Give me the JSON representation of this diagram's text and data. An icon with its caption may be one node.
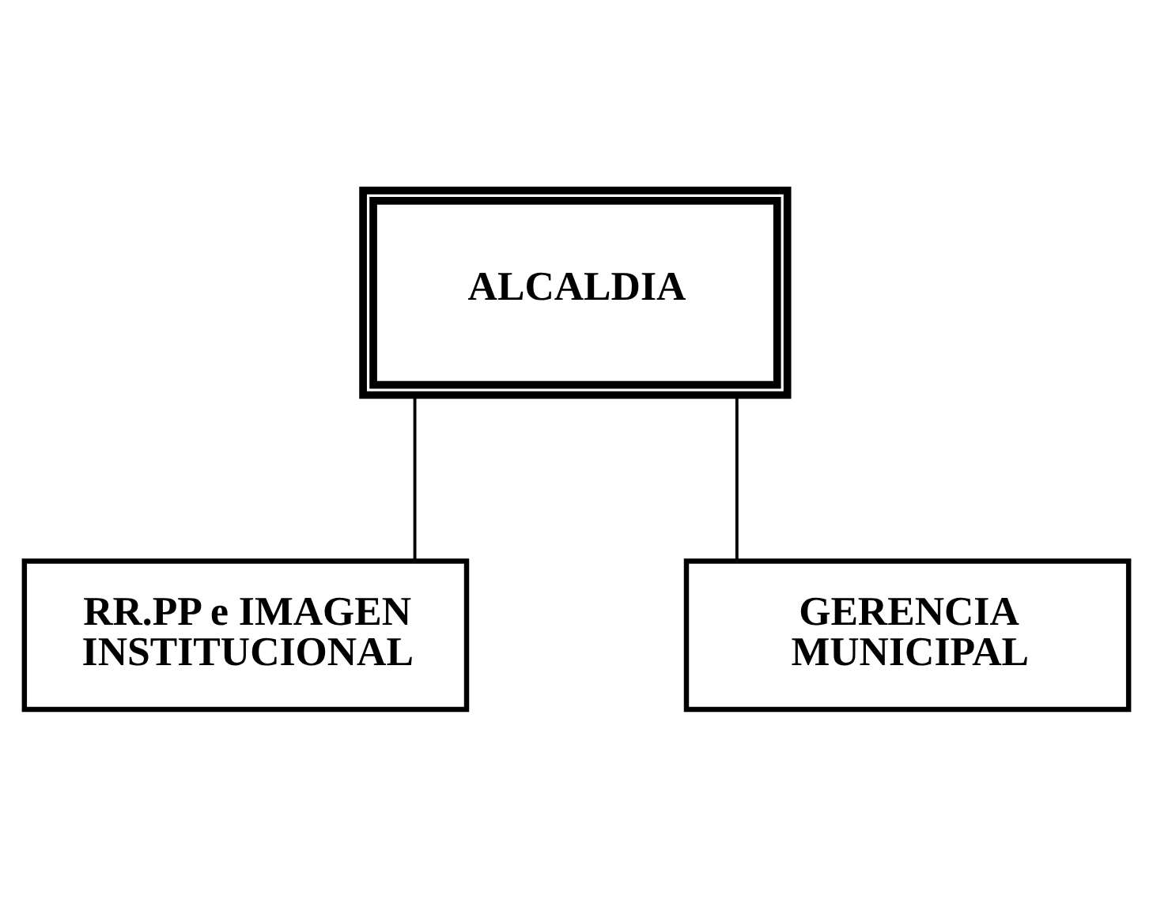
{
  "diagram": {
    "nodes": [
      {
        "text": [
          "ALCALDIA"
        ]
      },
      {
        "text": [
          "RR.PP e IMAGEN INSTITUCIONAL"
        ]
      },
      {
        "text": [
          "GERENCIA MUNICIPAL"
        ]
      }
    ],
    "edges": [
      {
        "from": 0,
        "to": 1,
        "arrow": "none"
      },
      {
        "from": 0,
        "to": 2,
        "arrow": "none"
      }
    ]
  }
}
